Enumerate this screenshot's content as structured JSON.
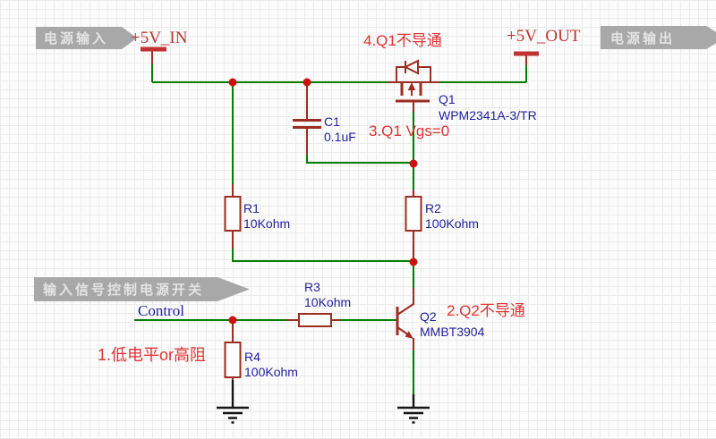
{
  "banners": {
    "power_in": "电源输入",
    "power_out": "电源输出",
    "control": "输入信号控制电源开关"
  },
  "net_labels": {
    "vin": "+5V_IN",
    "vout": "+5V_OUT",
    "control": "Control"
  },
  "annotations": {
    "step1": "1.低电平or高阻",
    "step2": "2.Q2不导通",
    "step3": "3.Q1 Vgs=0",
    "step4": "4.Q1不导通"
  },
  "components": {
    "q1": {
      "designator": "Q1",
      "value": "WPM2341A-3/TR"
    },
    "q2": {
      "designator": "Q2",
      "value": "MMBT3904"
    },
    "c1": {
      "designator": "C1",
      "value": "0.1uF"
    },
    "r1": {
      "designator": "R1",
      "value": "10Kohm"
    },
    "r2": {
      "designator": "R2",
      "value": "100Kohm"
    },
    "r3": {
      "designator": "R3",
      "value": "10Kohm"
    },
    "r4": {
      "designator": "R4",
      "value": "100Kohm"
    }
  },
  "colors": {
    "wire": "#008000",
    "symbol": "#9b2d22",
    "junction": "#cc1111",
    "net_text": "#c03333",
    "annotation": "#e03333",
    "designator_text": "#1f1f9e",
    "banner_bg": "#a8a8a8",
    "banner_text": "#e4e4e4",
    "ground": "#161616"
  }
}
